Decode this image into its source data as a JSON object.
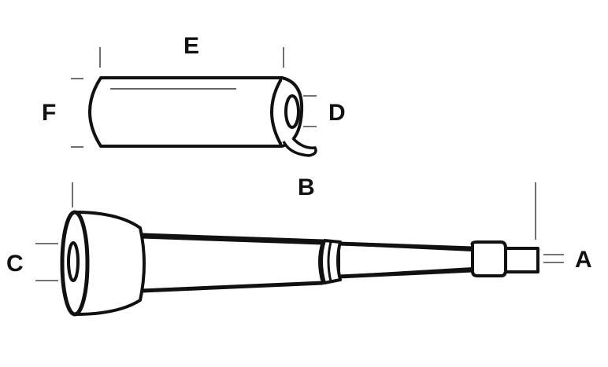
{
  "labels": {
    "a": "A",
    "b": "B",
    "c": "C",
    "d": "D",
    "e": "E",
    "f": "F"
  }
}
